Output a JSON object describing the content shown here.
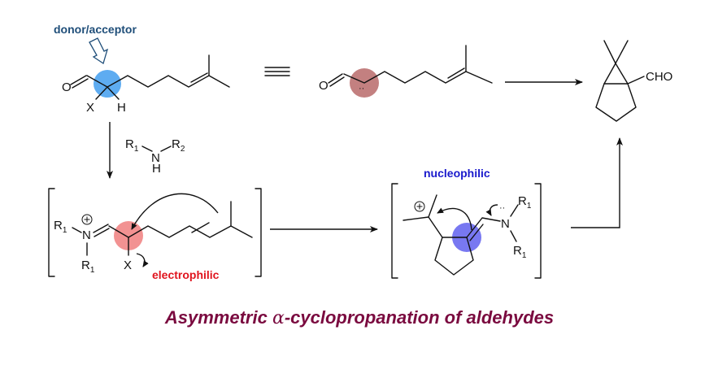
{
  "labels": {
    "donor_acceptor": "donor/acceptor",
    "electrophilic": "electrophilic",
    "nucleophilic": "nucleophilic"
  },
  "atoms": {
    "oxygen": "O",
    "x_group": "X",
    "hydrogen": "H",
    "nitrogen": "N",
    "r_group": "R",
    "sub_1": "1",
    "sub_2": "2",
    "cho": "CHO",
    "plus": "+",
    "lone_pair": "··"
  },
  "title": {
    "prefix": "Asymmetric ",
    "alpha": "α",
    "suffix": "-cyclopropanation of aldehydes"
  },
  "colors": {
    "donor_acceptor_highlight": "#4da3f0",
    "carbene_highlight": "#b86a6a",
    "electrophilic_highlight": "#f07f7f",
    "nucleophilic_highlight": "#6060ee",
    "title_color": "#7a0a3f"
  }
}
